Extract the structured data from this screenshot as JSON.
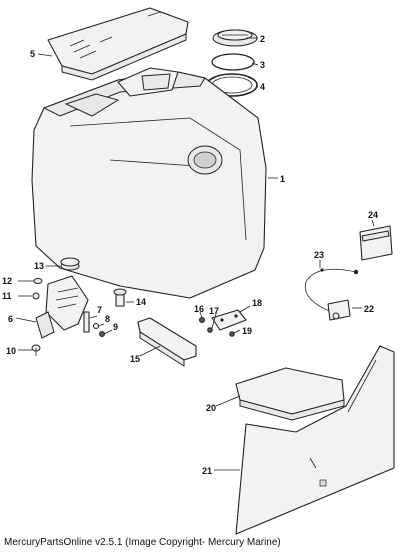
{
  "callouts": {
    "c1": "1",
    "c2": "2",
    "c3": "3",
    "c4": "4",
    "c5": "5",
    "c6": "6",
    "c7": "7",
    "c8": "8",
    "c9": "9",
    "c10": "10",
    "c11": "11",
    "c12": "12",
    "c13": "13",
    "c14": "14",
    "c15": "15",
    "c16": "16",
    "c17": "17",
    "c18": "18",
    "c19": "19",
    "c20": "20",
    "c21": "21",
    "c22": "22",
    "c23": "23",
    "c24": "24"
  },
  "footer": {
    "credit": "MercuryPartsOnline v2.5.1 (Image Copyright- Mercury Marine)"
  }
}
